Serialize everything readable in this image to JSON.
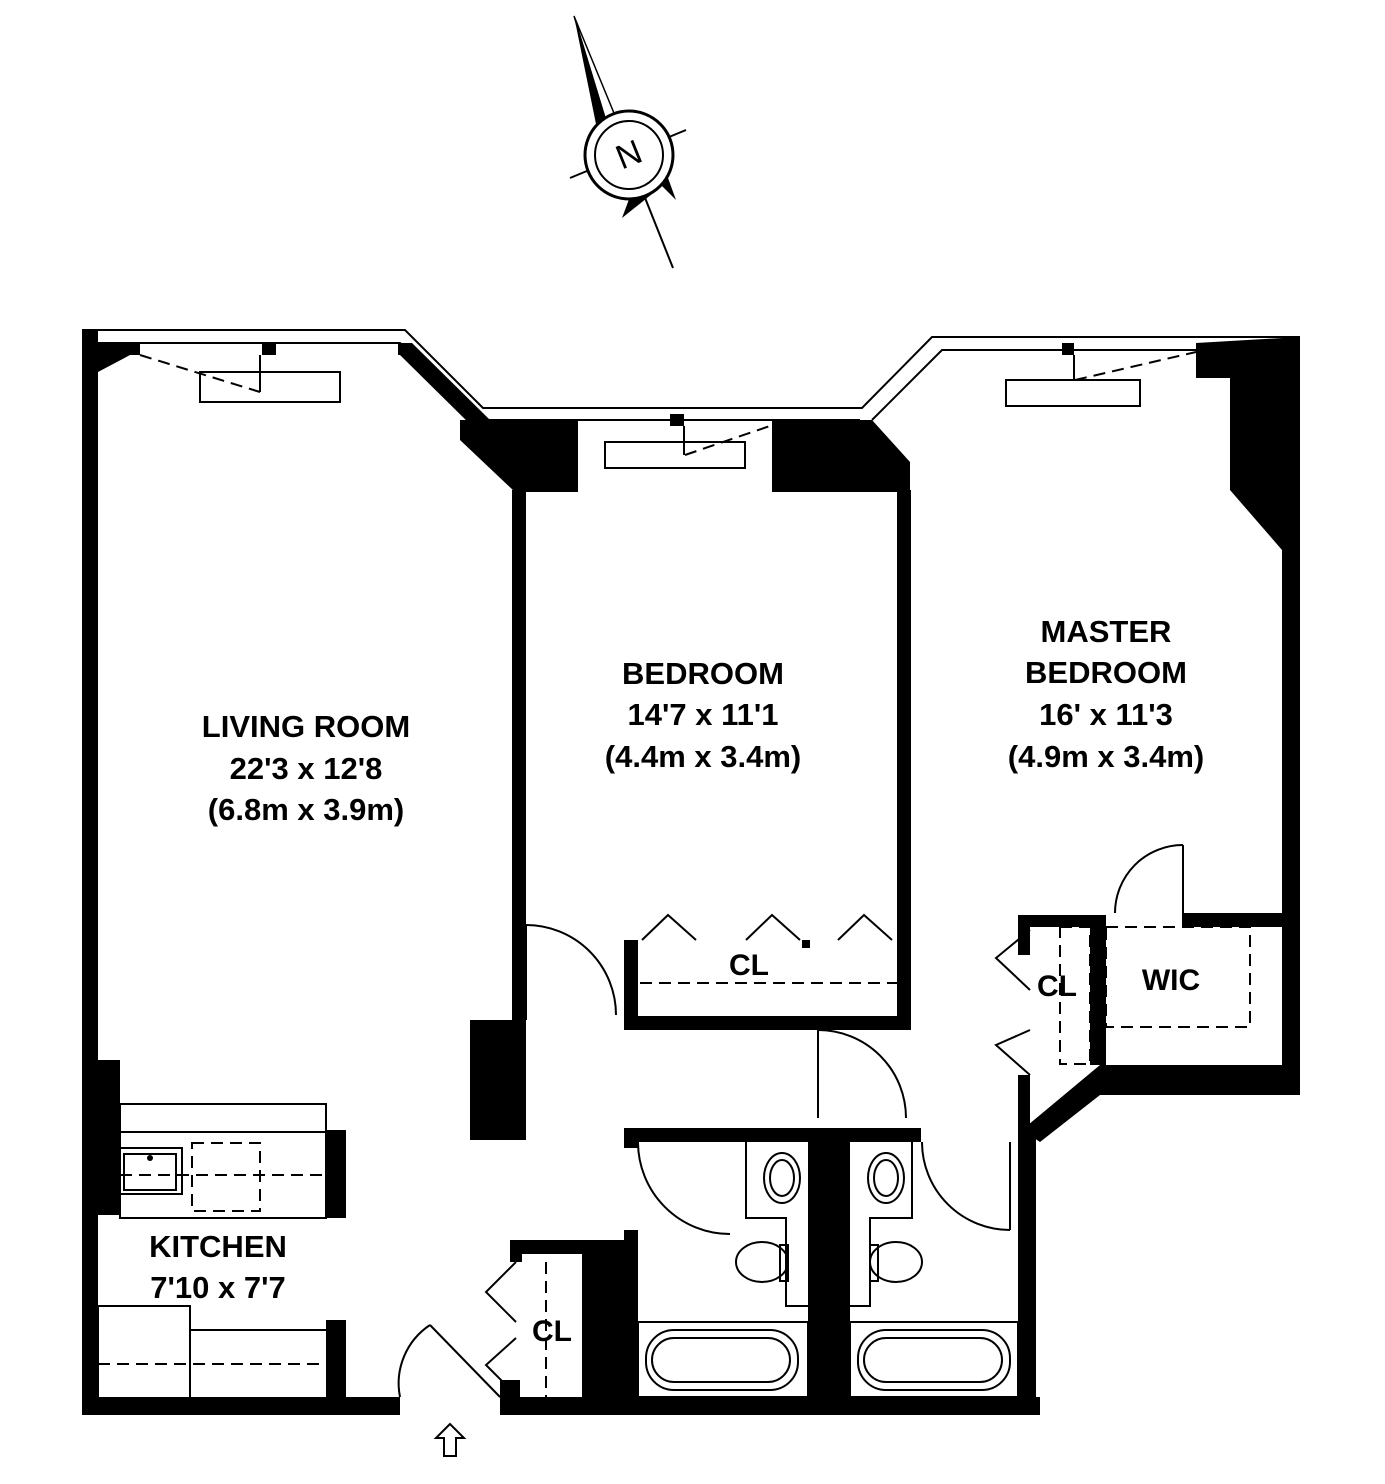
{
  "compass": {
    "label": "N"
  },
  "rooms": {
    "living_room": {
      "name": "LIVING ROOM",
      "dims_ft": "22'3 x 12'8",
      "dims_m": "(6.8m x 3.9m)"
    },
    "bedroom": {
      "name": "BEDROOM",
      "dims_ft": "14'7 x 11'1",
      "dims_m": "(4.4m x 3.4m)"
    },
    "master_bedroom": {
      "name_line1": "MASTER",
      "name_line2": "BEDROOM",
      "dims_ft": "16' x 11'3",
      "dims_m": "(4.9m x 3.4m)"
    },
    "kitchen": {
      "name": "KITCHEN",
      "dims_ft": "7'10 x 7'7"
    }
  },
  "closets": {
    "bedroom_closet": "CL",
    "master_closet": "CL",
    "entry_closet": "CL",
    "walk_in_closet": "WIC"
  },
  "colors": {
    "ink": "#000000",
    "paper": "#ffffff"
  }
}
